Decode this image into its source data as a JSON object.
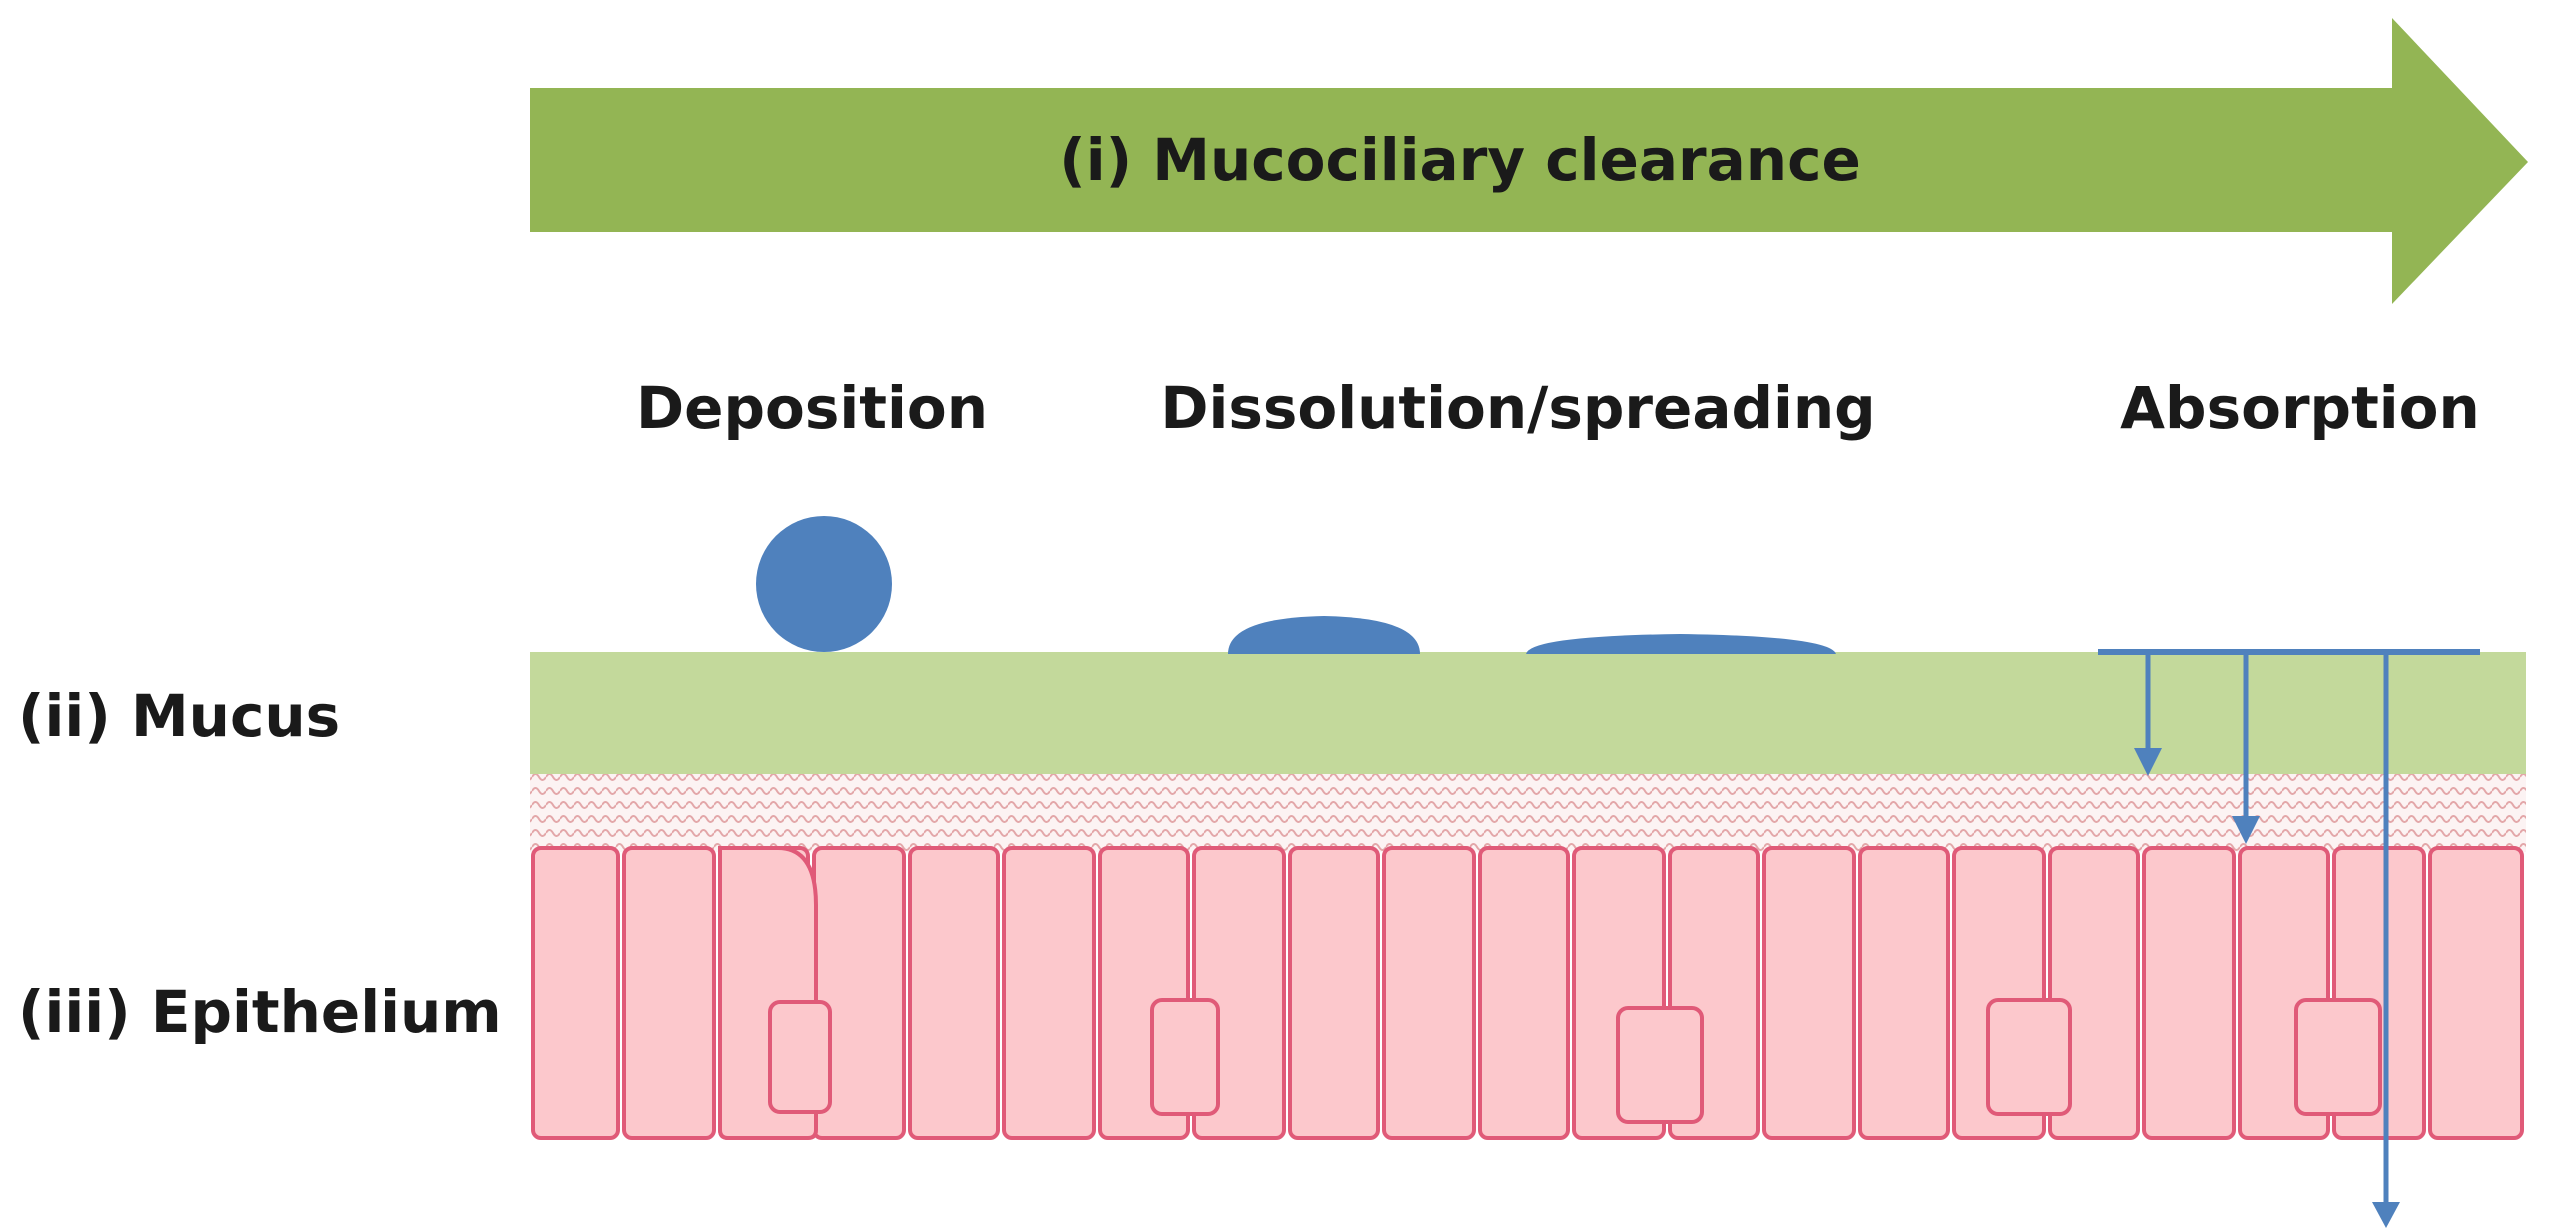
{
  "header": {
    "arrow_label": "(i) Mucociliary clearance"
  },
  "stages": [
    {
      "label": "Deposition"
    },
    {
      "label": "Dissolution/spreading"
    },
    {
      "label": "Absorption"
    }
  ],
  "layers": {
    "mucus_label": "(ii) Mucus",
    "epithelium_label": "(iii) Epithelium"
  },
  "colors": {
    "arrow": "#93b554",
    "mucus": "#c3d99b",
    "cilia": "#d98a8e",
    "cell_fill": "#fcc8cc",
    "cell_stroke": "#e05a78",
    "particle": "#4f81bd"
  }
}
